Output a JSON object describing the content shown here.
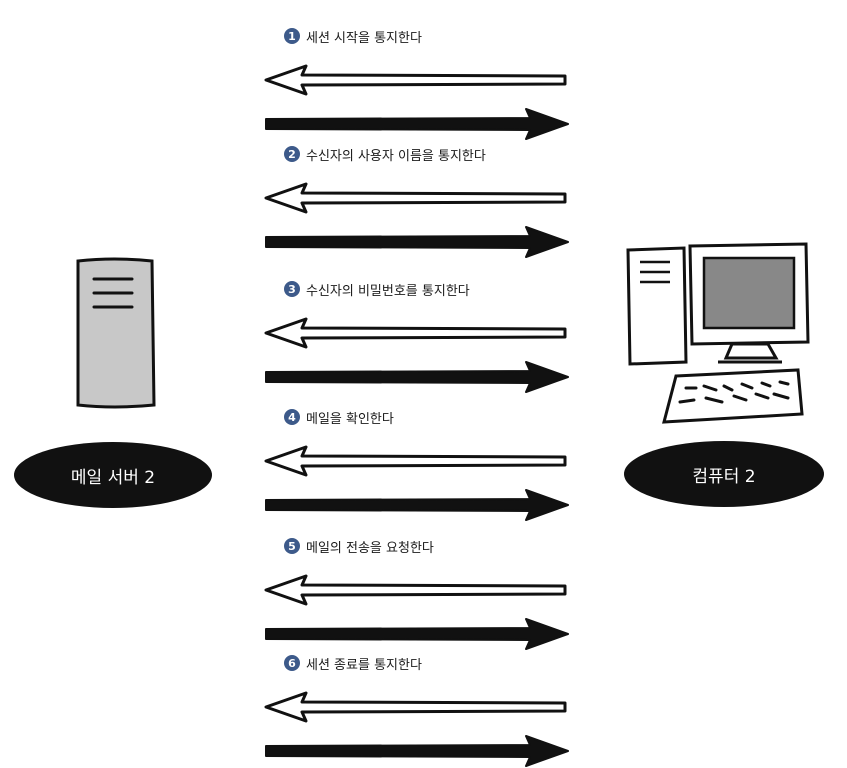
{
  "server": {
    "label": "메일 서버 2"
  },
  "computer": {
    "label": "컴퓨터 2"
  },
  "steps": [
    {
      "number": "1",
      "text": "세션 시작을 통지한다"
    },
    {
      "number": "2",
      "text": "수신자의 사용자 이름을 통지한다"
    },
    {
      "number": "3",
      "text": "수신자의 비밀번호를 통지한다"
    },
    {
      "number": "4",
      "text": "메일을 확인한다"
    },
    {
      "number": "5",
      "text": "메일의 전송을 요청한다"
    },
    {
      "number": "6",
      "text": "세션 종료를 통지한다"
    }
  ],
  "colors": {
    "badge": "#3d5a8a",
    "ink": "#111111",
    "screen": "#888888",
    "tower": "#c8c8c8"
  }
}
